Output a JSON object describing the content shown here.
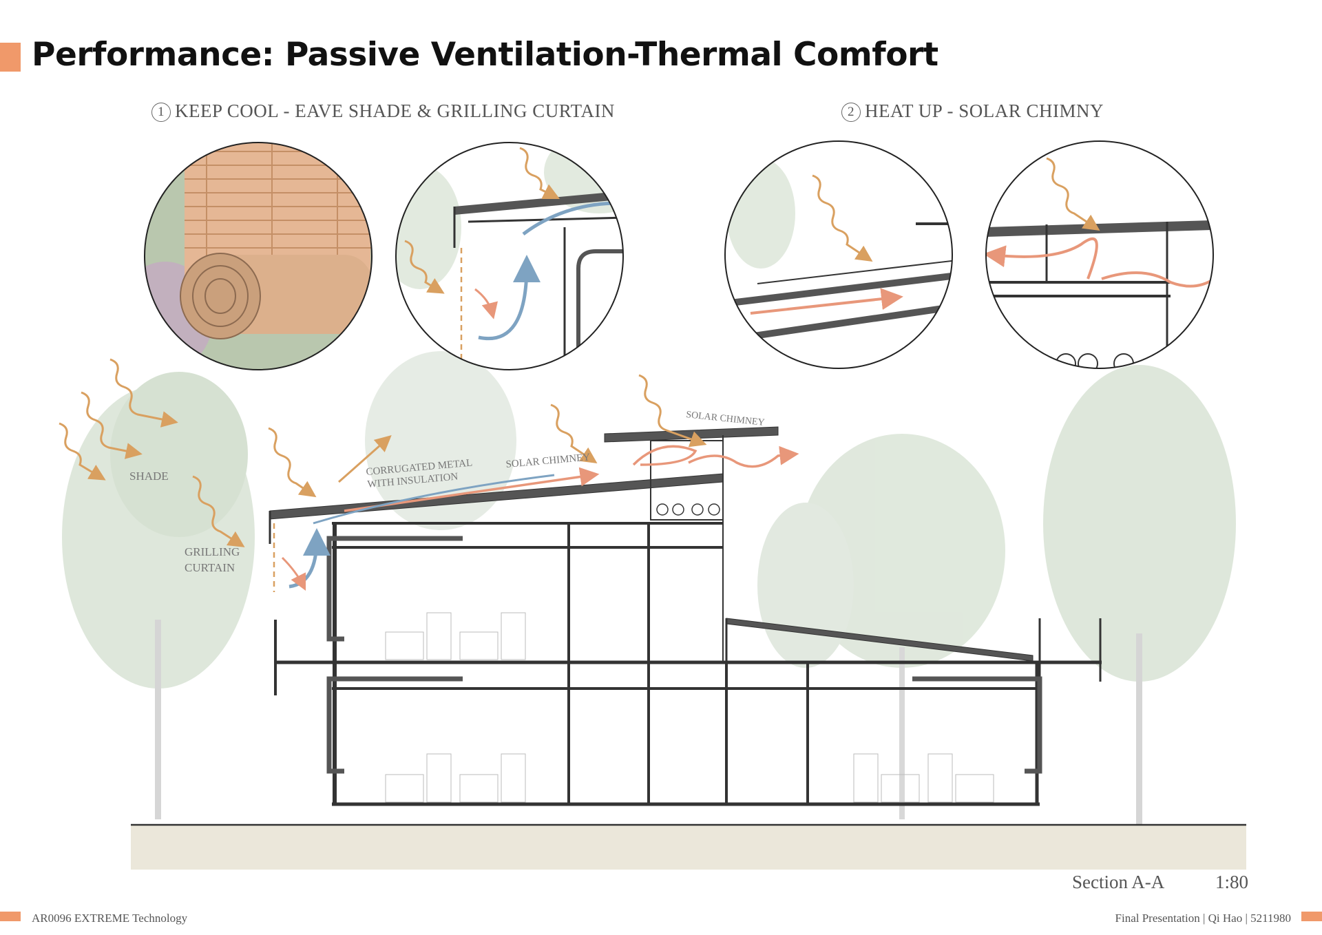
{
  "header": {
    "title": "Performance: Passive Ventilation-Thermal Comfort",
    "accent_color": "#f0996a"
  },
  "sections": [
    {
      "number": "1",
      "label": "KEEP COOL - EAVE SHADE & GRILLING CURTAIN"
    },
    {
      "number": "2",
      "label": "HEAT UP - SOLAR CHIMNY"
    }
  ],
  "drawing_labels": {
    "shade": "SHADE",
    "grilling_curtain_1": "GRILLING",
    "grilling_curtain_2": "CURTAIN",
    "corrugated_1": "CORRUGATED METAL",
    "corrugated_2": "WITH INSULATION",
    "solar_chimney_roof": "SOLAR CHIMNEY",
    "solar_chimney_top": "SOLAR CHIMNEY"
  },
  "section": {
    "name": "Section A-A",
    "scale": "1:80"
  },
  "footer": {
    "course": "AR0096 EXTREME Technology",
    "presentation": "Final Presentation | Qi  Hao | 5211980"
  },
  "colors": {
    "sun_ray": "#d9a060",
    "warm_air": "#e8977a",
    "cool_air": "#7ea3c2",
    "tree": "#c9d8c4",
    "ground": "#e8e4d6"
  },
  "icons": [
    "sun-ray-icon",
    "warm-airflow-icon",
    "cool-airflow-icon",
    "tree-icon"
  ]
}
